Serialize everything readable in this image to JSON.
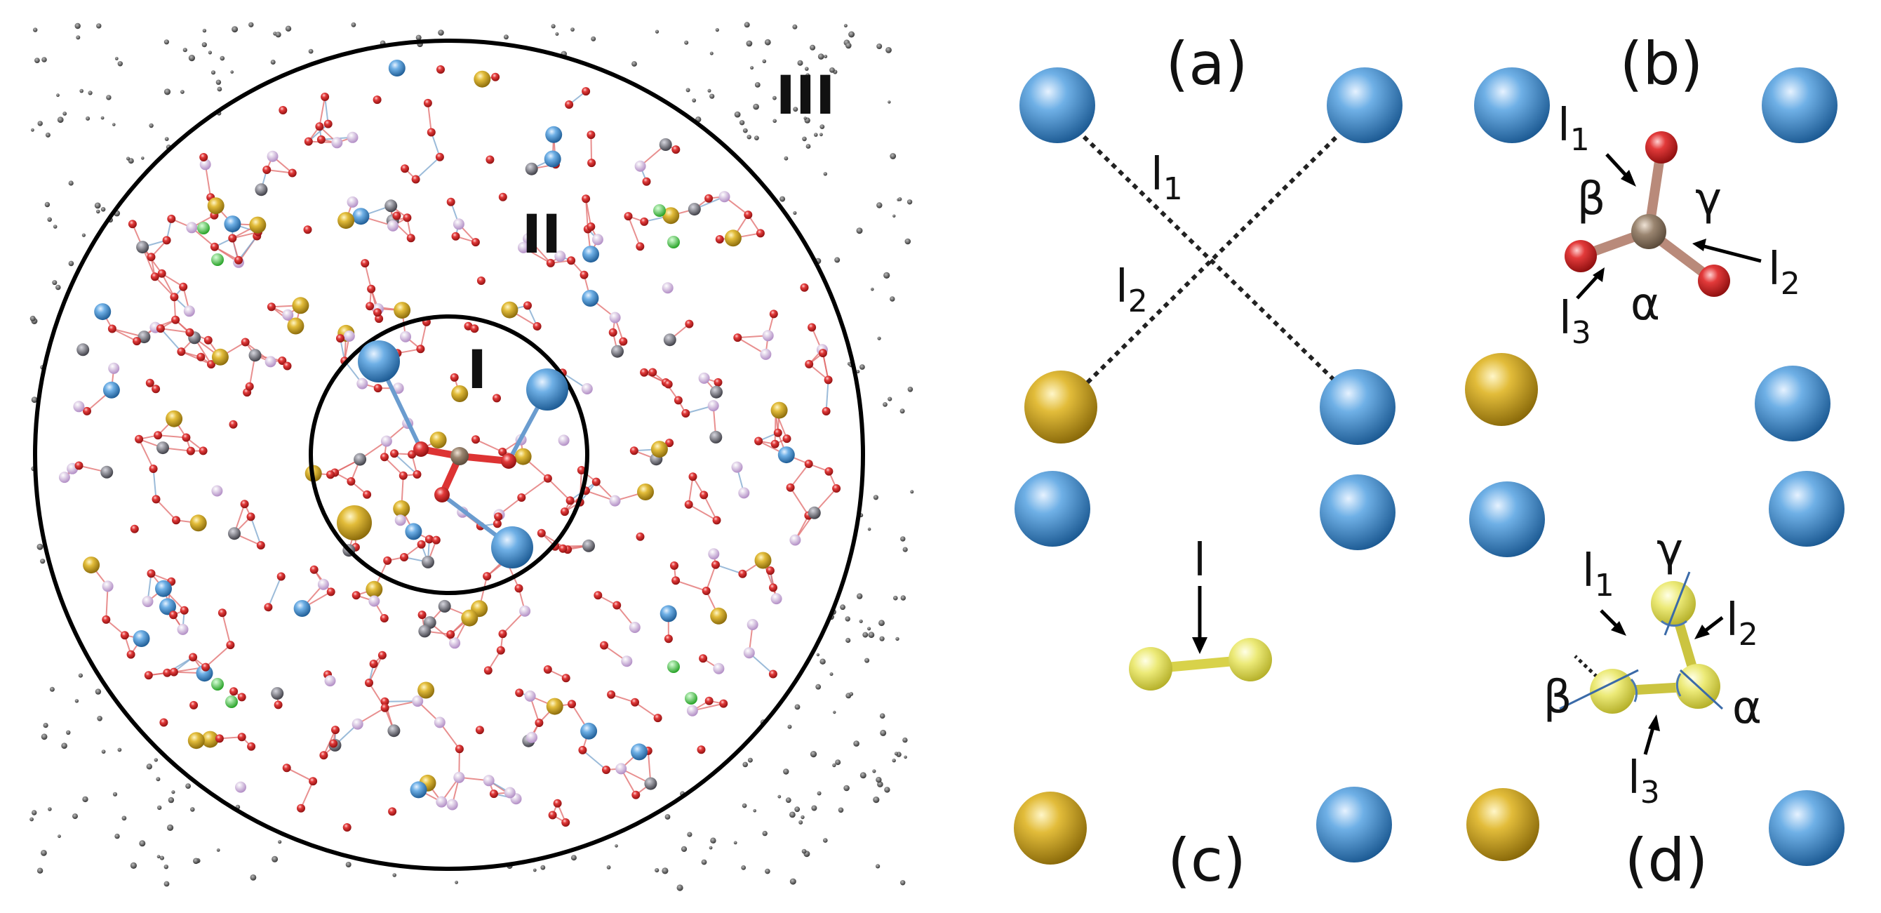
{
  "regions": {
    "inner": "I",
    "middle": "II",
    "outer": "III"
  },
  "panels": {
    "a": {
      "label": "(a)",
      "l1": "l",
      "l1_sub": "1",
      "l2": "l",
      "l2_sub": "2"
    },
    "b": {
      "label": "(b)",
      "l1": "l",
      "l1_sub": "1",
      "l2": "l",
      "l2_sub": "2",
      "l3": "l",
      "l3_sub": "3",
      "alpha": "α",
      "beta": "β",
      "gamma": "γ"
    },
    "c": {
      "label": "(c)",
      "l": "l"
    },
    "d": {
      "label": "(d)",
      "l1": "l",
      "l1_sub": "1",
      "l2": "l",
      "l2_sub": "2",
      "l3": "l",
      "l3_sub": "3",
      "alpha": "α",
      "beta": "β",
      "gamma": "γ"
    }
  },
  "colors": {
    "blue_atom": "#3f86c4",
    "gold_atom": "#c9a523",
    "yellow_atom": "#e6e25a",
    "red_atom": "#d62828",
    "carbon_atom": "#8a7560",
    "pink_atom": "#c7a6d6",
    "gray_atom": "#6a6a72",
    "green_atom": "#3ecf3e"
  }
}
